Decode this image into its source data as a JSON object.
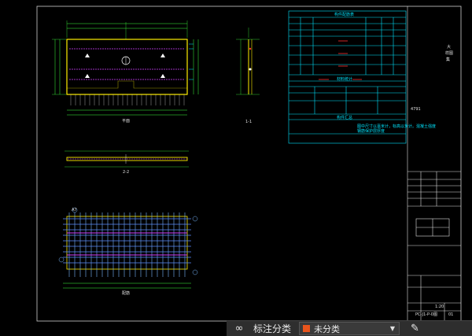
{
  "drawing": {
    "plan_label": "平面",
    "section_label_1": "1-1",
    "section_label_2": "2-2",
    "rebar_label": "配筋",
    "table_header_1": "构件配筋表",
    "table_header_2": "材料统计",
    "table_header_3": "构件汇总",
    "table_note_1": "图中尺寸以毫米计，标高以米计。混凝土强度",
    "table_note_2": "钢筋保护层厚度",
    "title_block_name": "PC-J1-P-0图",
    "title_block_scale": "1:20",
    "title_block_sheet": "01",
    "side_text_1": "大",
    "side_text_2": "样图",
    "side_text_3": "集",
    "header_note": "4791",
    "gear_label": "A7"
  },
  "toolbar": {
    "annotate_label": "标注分类",
    "select_value": "未分类",
    "swatch_color": "#e8541c",
    "left_icon": "link-icon",
    "caret_icon": "chevron-down-icon",
    "edit_icon": "edit-icon"
  }
}
